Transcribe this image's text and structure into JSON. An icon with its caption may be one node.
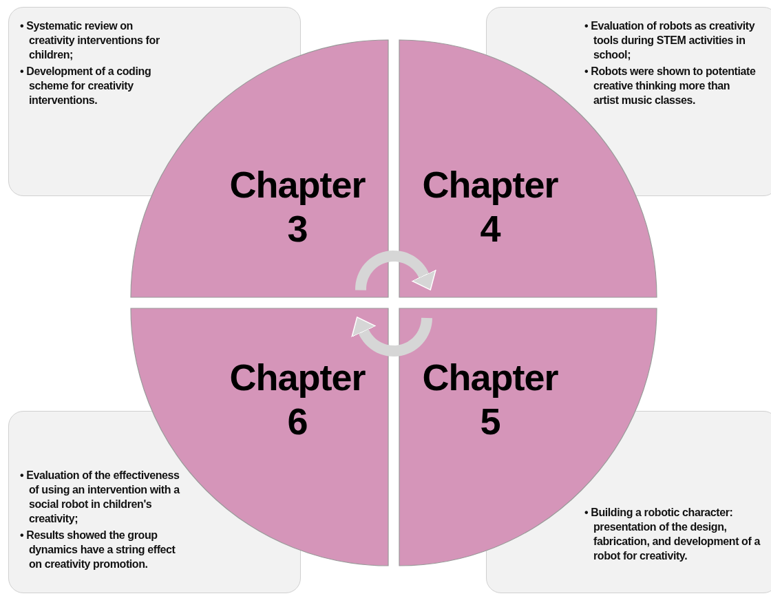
{
  "diagram": {
    "nodes": [
      {
        "text": [
          "• Systematic review on creativity interventions for children;",
          "• Development of a coding scheme for creativity interventions."
        ]
      },
      {
        "text": [
          "• Evaluation of robots as creativity tools during STEM activities in school;",
          "• Robots were shown to potentiate creative thinking more than artist music classes."
        ]
      },
      {
        "text": [
          "Chapter 3"
        ]
      },
      {
        "text": [
          "Chapter 4"
        ]
      },
      {
        "text": [
          "Chapter 6"
        ]
      },
      {
        "text": [
          "Chapter 5"
        ]
      },
      {
        "text": [
          "• Evaluation of the effectiveness of using an intervention with a social robot in children's creativity;",
          "• Results showed the group dynamics have a string effect on creativity promotion."
        ]
      },
      {
        "text": [
          "• Building a robotic character: presentation of the design, fabrication, and development of a robot for creativity."
        ]
      }
    ],
    "edges": [
      {
        "from": 2,
        "to": 3,
        "arrow": "to"
      },
      {
        "from": 5,
        "to": 4,
        "arrow": "to"
      }
    ]
  }
}
